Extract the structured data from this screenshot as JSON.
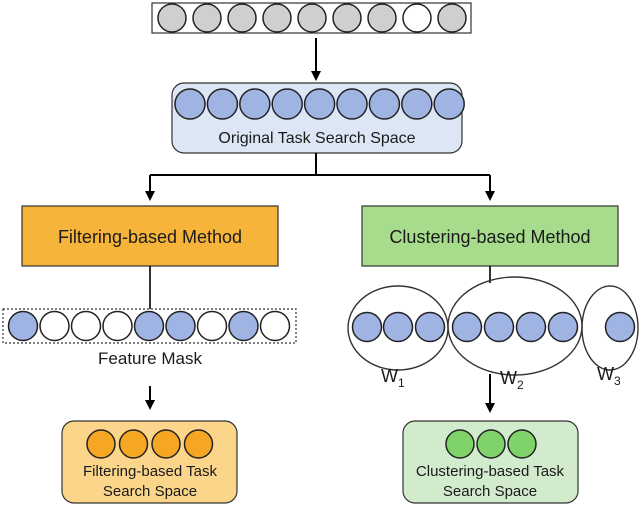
{
  "labels": {
    "original": "Original Task Search Space",
    "filtering_method": "Filtering-based Method",
    "clustering_method": "Clustering-based Method",
    "feature_mask": "Feature Mask",
    "filtering_result_line1": "Filtering-based Task",
    "filtering_result_line2": "Search Space",
    "clustering_result_line1": "Clustering-based Task",
    "clustering_result_line2": "Search Space",
    "w1": "W",
    "w1_sub": "1",
    "w2": "W",
    "w2_sub": "2",
    "w3": "W",
    "w3_sub": "3"
  },
  "colors": {
    "gray_node": "#cfcfcf",
    "blue_node": "#9fb4e3",
    "white_node": "#ffffff",
    "original_box": "#dde6f4",
    "filtering_box": "#f6b53a",
    "clustering_box": "#a6dc8c",
    "filtering_result_box": "#fbd58a",
    "clustering_result_box": "#d3ebcd",
    "orange_node": "#f5a623",
    "green_node": "#7fd36a"
  },
  "top_row_nodes": [
    "gray",
    "gray",
    "gray",
    "gray",
    "gray",
    "gray",
    "gray",
    "white",
    "gray"
  ],
  "original_nodes": [
    "blue",
    "blue",
    "blue",
    "blue",
    "blue",
    "blue",
    "blue",
    "blue",
    "blue"
  ],
  "mask_nodes": [
    "blue",
    "white",
    "white",
    "white",
    "blue",
    "blue",
    "white",
    "blue",
    "white"
  ],
  "cluster_groups": [
    {
      "name": "W1",
      "nodes": [
        "blue",
        "blue",
        "blue"
      ]
    },
    {
      "name": "W2",
      "nodes": [
        "blue",
        "blue",
        "blue",
        "blue"
      ]
    },
    {
      "name": "W3",
      "nodes": [
        "blue"
      ]
    }
  ],
  "filtering_result_nodes": [
    "orange",
    "orange",
    "orange",
    "orange"
  ],
  "clustering_result_nodes": [
    "green",
    "green",
    "green"
  ]
}
